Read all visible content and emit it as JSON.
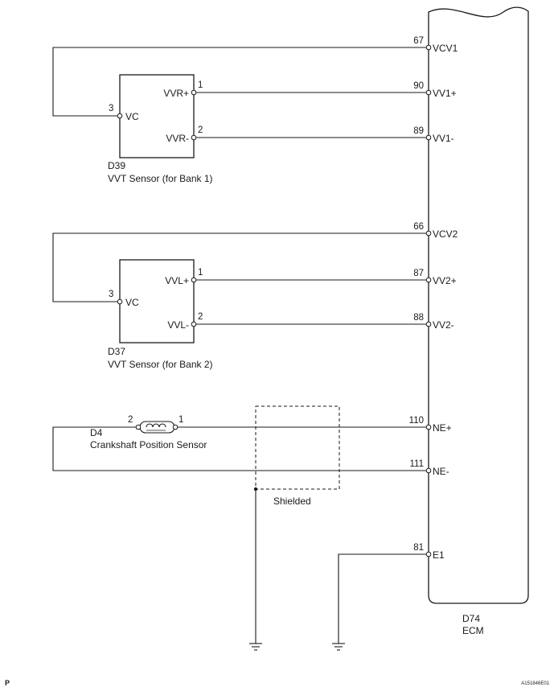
{
  "ecm": {
    "code": "D74",
    "name": "ECM",
    "pins": [
      {
        "num": "67",
        "name": "VCV1"
      },
      {
        "num": "90",
        "name": "VV1+"
      },
      {
        "num": "89",
        "name": "VV1-"
      },
      {
        "num": "66",
        "name": "VCV2"
      },
      {
        "num": "87",
        "name": "VV2+"
      },
      {
        "num": "88",
        "name": "VV2-"
      },
      {
        "num": "110",
        "name": "NE+"
      },
      {
        "num": "111",
        "name": "NE-"
      },
      {
        "num": "81",
        "name": "E1"
      }
    ]
  },
  "sensor1": {
    "code": "D39",
    "name": "VVT Sensor (for Bank 1)",
    "pins": [
      {
        "num": "3",
        "name": "VC"
      },
      {
        "num": "1",
        "name": "VVR+"
      },
      {
        "num": "2",
        "name": "VVR-"
      }
    ]
  },
  "sensor2": {
    "code": "D37",
    "name": "VVT Sensor (for Bank 2)",
    "pins": [
      {
        "num": "3",
        "name": "VC"
      },
      {
        "num": "1",
        "name": "VVL+"
      },
      {
        "num": "2",
        "name": "VVL-"
      }
    ]
  },
  "crank": {
    "code": "D4",
    "name": "Crankshaft Position Sensor",
    "pin_left": "2",
    "pin_right": "1"
  },
  "shield_label": "Shielded",
  "corner_left": "P",
  "figure_id": "A151846E01"
}
